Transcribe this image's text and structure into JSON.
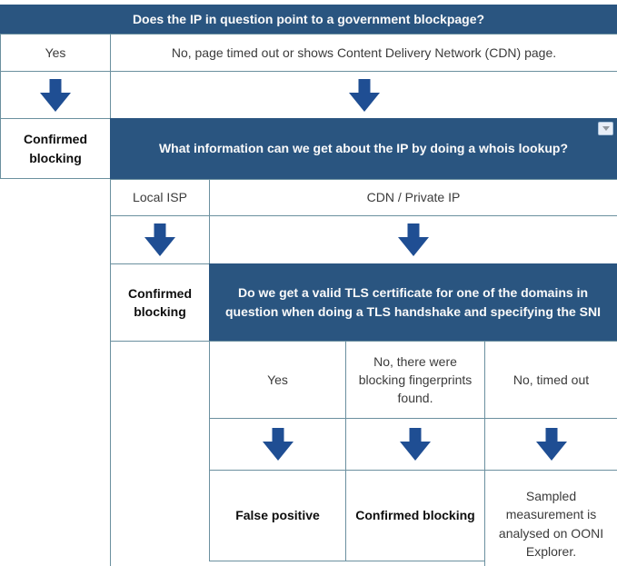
{
  "colors": {
    "header_bg": "#2a5580",
    "header_text": "#fafafa",
    "arrow": "#1f4e93",
    "border": "#6b909f",
    "text": "#3b3b3b",
    "bold_text": "#0e0e0e",
    "icon_btn_bg": "#e8eef7",
    "icon_btn_border": "#aac2da",
    "icon_caret": "#90979e"
  },
  "flowchart": {
    "question_blockpage": "Does the IP in question point to a government blockpage?",
    "blockpage_answer_yes": "Yes",
    "blockpage_answer_no": "No, page timed out or shows Content Delivery Network (CDN) page.",
    "blockpage_yes_result": "Confirmed blocking",
    "question_whois": "What information can we get about the IP by doing a whois lookup?",
    "whois_answer_local_isp": "Local ISP",
    "whois_answer_cdn": "CDN / Private IP",
    "whois_local_isp_result": "Confirmed blocking",
    "question_tls": "Do we get a valid TLS certificate for one of the domains in question when doing a TLS handshake and specifying the SNI",
    "tls_answer_yes": "Yes",
    "tls_answer_no_fingerprints": "No, there were blocking fingerprints found.",
    "tls_answer_no_timeout": "No, timed out",
    "tls_yes_result": "False positive",
    "tls_no_fingerprints_result": "Confirmed blocking",
    "tls_no_timeout_result": "Sampled measurement is analysed on OONI Explorer."
  },
  "icons": {
    "down_arrow": "block-down-arrow",
    "header_menu": "caret-down"
  }
}
